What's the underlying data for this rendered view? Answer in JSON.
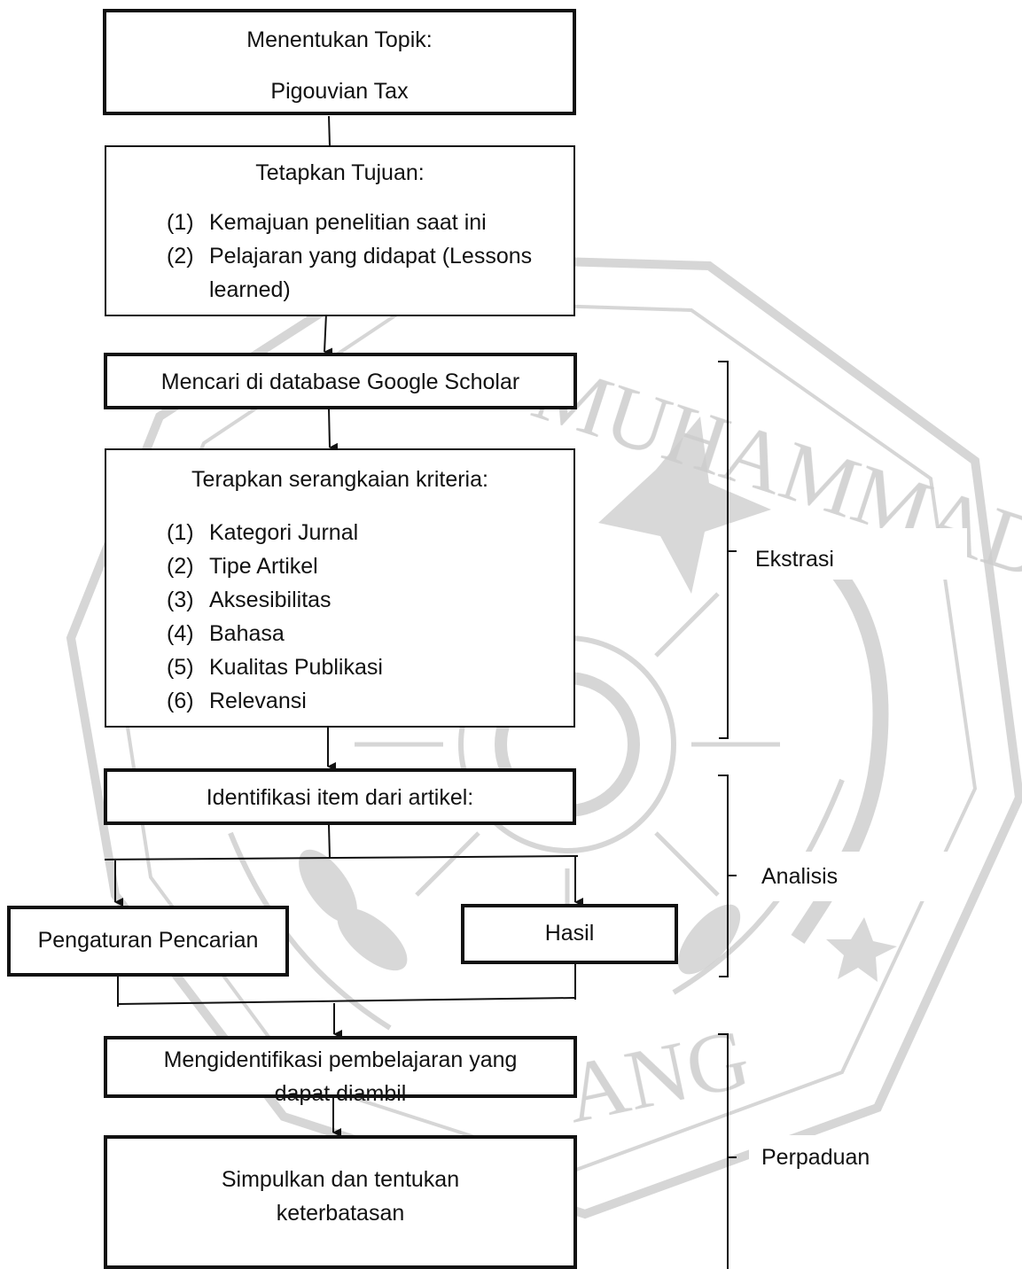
{
  "diagram": {
    "steps": {
      "topic": {
        "title": "Menentukan Topik:",
        "subtitle": "Pigouvian Tax"
      },
      "goals": {
        "title": "Tetapkan Tujuan:",
        "items": [
          {
            "num": "(1)",
            "text": "Kemajuan penelitian saat ini"
          },
          {
            "num": "(2)",
            "text": "Pelajaran yang didapat (Lessons learned)"
          }
        ]
      },
      "search_db": {
        "title": "Mencari di database Google Scholar"
      },
      "criteria": {
        "title": "Terapkan serangkaian kriteria:",
        "items": [
          {
            "num": "(1)",
            "text": "Kategori Jurnal"
          },
          {
            "num": "(2)",
            "text": "Tipe Artikel"
          },
          {
            "num": "(3)",
            "text": "Aksesibilitas"
          },
          {
            "num": "(4)",
            "text": "Bahasa"
          },
          {
            "num": "(5)",
            "text": "Kualitas Publikasi"
          },
          {
            "num": "(6)",
            "text": "Relevansi"
          }
        ]
      },
      "identify": {
        "title": "Identifikasi item dari artikel:"
      },
      "search_settings": {
        "title": "Pengaturan Pencarian"
      },
      "results": {
        "title": "Hasil"
      },
      "lessons": {
        "title": "Mengidentifikasi pembelajaran yang dapat diambil"
      },
      "conclude": {
        "title": "Simpulkan dan tentukan keterbatasan"
      }
    },
    "phases": [
      {
        "label": "Ekstrasi"
      },
      {
        "label": "Analisis"
      },
      {
        "label": "Perpaduan"
      }
    ],
    "watermark": {
      "text_top": "MUHAMMADIYAH",
      "text_bottom": "ANG",
      "color": "#c8c8c8"
    }
  }
}
